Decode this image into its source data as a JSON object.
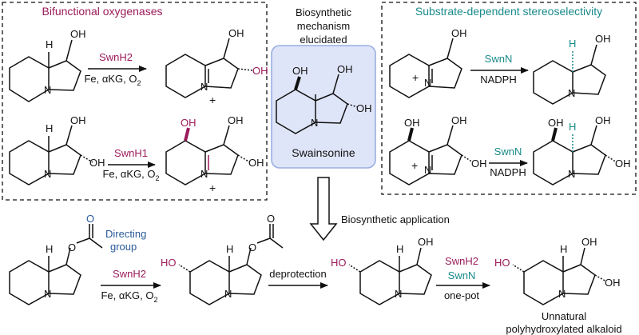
{
  "colors": {
    "magenta": "#9b1b5a",
    "teal": "#1a8a8a",
    "blue": "#2a5a9a",
    "black": "#111111",
    "box_fill": "#dfe5f8",
    "box_stroke": "#9aaee0"
  },
  "panels": {
    "left": {
      "title": "Bifunctional oxygenases"
    },
    "center": {
      "caption_lines": [
        "Biosynthetic",
        "mechanism",
        "elucidated"
      ],
      "compound": "Swainsonine"
    },
    "right": {
      "title": "Substrate-dependent stereoselectivity"
    }
  },
  "reactions": {
    "r1": {
      "enzyme": "SwnH2",
      "conditions": "Fe, αKG, O",
      "sub": "2"
    },
    "r2": {
      "enzyme": "SwnH1",
      "conditions": "Fe, αKG, O",
      "sub": "2"
    },
    "r3": {
      "enzyme": "SwnN",
      "conditions": "NADPH"
    },
    "r4": {
      "enzyme": "SwnN",
      "conditions": "NADPH"
    },
    "r5": {
      "enzyme": "SwnH2",
      "conditions": "Fe, αKG, O",
      "sub": "2"
    },
    "r6": {
      "label": "deprotection"
    },
    "r7": {
      "enzyme_a": "SwnH2",
      "enzyme_b": "SwnN",
      "conditions": "one-pot"
    }
  },
  "bottom": {
    "application_label": "Biosynthetic application",
    "directing_lines": [
      "Directing",
      "group"
    ],
    "product_lines": [
      "Unnatural",
      "polyhydroxylated alkaloid"
    ]
  },
  "atoms": {
    "oh": "OH",
    "ho": "HO",
    "h": "H",
    "n": "N",
    "o": "O",
    "plus": "+"
  }
}
